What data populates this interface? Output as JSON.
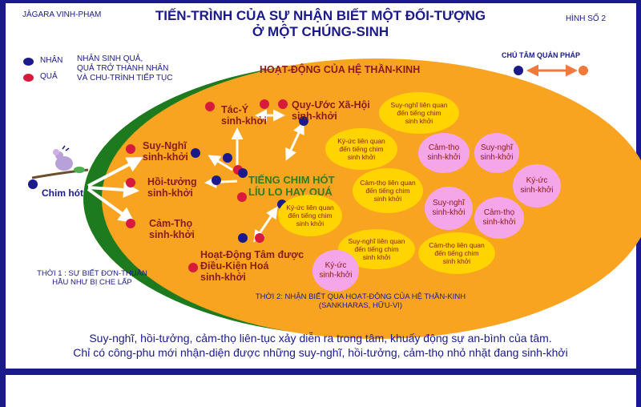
{
  "header": {
    "author": "JĀGARA VINH-PHẠM",
    "title_line1": "TIẾN-TRÌNH CỦA SỰ NHẬN BIẾT MỘT ĐỐI-TƯỢNG",
    "title_line2": "Ở MỘT CHÚNG-SINH",
    "figure_no": "HÌNH SỐ 2"
  },
  "legend": {
    "nhan_label": "NHÂN",
    "qua_label": "QUẢ",
    "desc_line1": "NHÂN SINH QUẢ,",
    "desc_line2": "QUẢ TRỞ THÀNH NHÂN",
    "desc_line3": "VÀ CHU-TRÌNH TIẾP TỤC",
    "chu_tam": "CHÚ TÂM QUÁN PHÁP"
  },
  "colors": {
    "background": "#1a1a8c",
    "ellipse": "#f8a420",
    "green_edge": "#1e7a1e",
    "yellow_bubble": "#ffd400",
    "pink_bubble": "#f4a6e8",
    "nhan_dot": "#1a1a8c",
    "qua_dot": "#d81b3c",
    "arrow_orange": "#f07a3a"
  },
  "diagram": {
    "ellipse_title": "HOẠT-ĐỘNG CỦA HỆ THẦN-KINH",
    "bird_label": "Chim hót",
    "center_label_1": "TIẾNG CHIM HÓT",
    "center_label_2": "LÍU LO HAY QUÁ",
    "nodes": {
      "suy_nghi": [
        "Suy-Nghĩ",
        "sinh-khởi"
      ],
      "hoi_tuong": [
        "Hồi-tưởng",
        "sinh-khởi"
      ],
      "cam_tho": [
        "Cảm-Thọ",
        "sinh-khởi"
      ],
      "tac_y": [
        "Tác-Ý",
        "sinh-khởi"
      ],
      "quy_uoc": [
        "Quy-Ước Xã-Hội",
        "sinh-khởi"
      ],
      "hoat_dong": [
        "Hoạt-Động Tâm được",
        "Điều-Kiện Hoá",
        "sinh-khởi"
      ]
    },
    "bubbles": [
      {
        "id": "b1",
        "type": "y",
        "lines": [
          "Suy-nghĩ liên quan",
          "đến tiếng chim",
          "sinh khởi"
        ]
      },
      {
        "id": "b2",
        "type": "y",
        "lines": [
          "Ký-ức liên quan",
          "đến tiếng chim",
          "sinh khởi"
        ]
      },
      {
        "id": "b3",
        "type": "p",
        "lines": [
          "Cảm-thọ",
          "sinh-khởi"
        ]
      },
      {
        "id": "b4",
        "type": "p",
        "lines": [
          "Suy-nghĩ",
          "sinh-khởi"
        ]
      },
      {
        "id": "b5",
        "type": "y",
        "lines": [
          "Cảm-thọ  liên quan",
          "đến tiếng chim",
          "sinh khởi"
        ]
      },
      {
        "id": "b6",
        "type": "p",
        "lines": [
          "Ký-ức",
          "sinh-khởi"
        ]
      },
      {
        "id": "b7",
        "type": "y",
        "lines": [
          "Ký-ức liên quan",
          "đến tiếng chim",
          "sinh khởi"
        ]
      },
      {
        "id": "b8",
        "type": "p",
        "lines": [
          "Suy-nghĩ",
          "sinh-khởi"
        ]
      },
      {
        "id": "b9",
        "type": "p",
        "lines": [
          "Cảm-thọ",
          "sinh-khởi"
        ]
      },
      {
        "id": "b10",
        "type": "y",
        "lines": [
          "Suy-nghĩ liên quan",
          "đến tiếng chim",
          "sinh khởi"
        ]
      },
      {
        "id": "b11",
        "type": "y",
        "lines": [
          "Cảm-thọ  liên quan",
          "đến tiếng chim",
          "sinh khởi"
        ]
      },
      {
        "id": "b12",
        "type": "p",
        "lines": [
          "Ký-ức",
          "sinh-khởi"
        ]
      }
    ],
    "thoi1_line1": "THỜI 1 : SỰ BIẾT ĐƠN-THUẦN",
    "thoi1_line2": "HẦU NHƯ BỊ CHE LẤP",
    "thoi2_line1": "THỜI 2:  NHẬN BIẾT QUA HOẠT-ĐỘNG CỦA HỆ THẦN-KINH",
    "thoi2_line2": "(SANKHARAS, HỮU-VI)"
  },
  "footer": {
    "line1": "Suy-nghĩ, hồi-tưởng, cảm-thọ liên-tục xảy diễn ra trong tâm, khuấy động sự an-bình của tâm.",
    "line2": "Chỉ có công-phu mới nhận-diện được những suy-nghĩ, hồi-tưởng, cảm-thọ nhỏ nhặt đang sinh-khởi"
  }
}
